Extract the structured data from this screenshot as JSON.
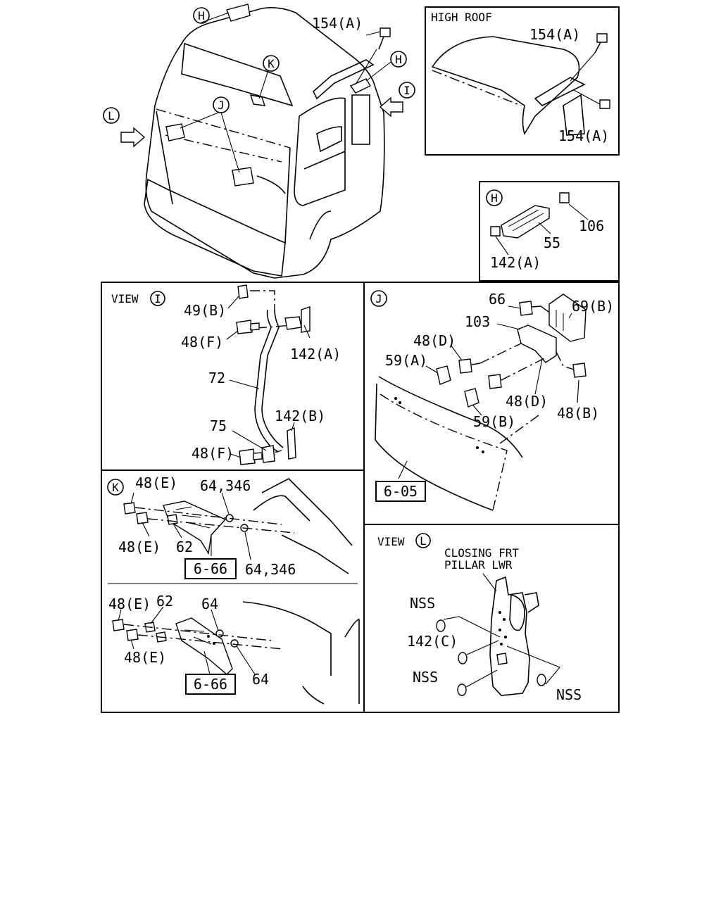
{
  "main_view": {
    "callouts": {
      "h_top": "H",
      "k": "K",
      "h_right": "H",
      "j": "J",
      "l": "L",
      "i": "I"
    },
    "part_154a": "154(A)"
  },
  "high_roof": {
    "title": "HIGH ROOF",
    "part_top": "154(A)",
    "part_bottom": "154(A)"
  },
  "detail_h": {
    "callout": "H",
    "part_106": "106",
    "part_55": "55",
    "part_142a": "142(A)"
  },
  "view_i": {
    "title": "VIEW",
    "callout": "I",
    "parts": {
      "p49b": "49(B)",
      "p48f_top": "48(F)",
      "p142a": "142(A)",
      "p72": "72",
      "p142b": "142(B)",
      "p75": "75",
      "p48f_bottom": "48(F)"
    }
  },
  "detail_j": {
    "callout": "J",
    "parts": {
      "p66": "66",
      "p69b": "69(B)",
      "p103": "103",
      "p48d_top": "48(D)",
      "p59a": "59(A)",
      "p48d_mid": "48(D)",
      "p48b": "48(B)",
      "p59b": "59(B)"
    },
    "ref": "6-05"
  },
  "detail_k": {
    "callout": "K",
    "upper": {
      "p48e_top": "48(E)",
      "p64_346_top": "64,346",
      "p48e_bottom": "48(E)",
      "p62": "62",
      "ref": "6-66",
      "p64_346_bottom": "64,346"
    },
    "lower": {
      "p48e_top": "48(E)",
      "p62": "62",
      "p64_top": "64",
      "p48e_bottom": "48(E)",
      "ref": "6-66",
      "p64_bottom": "64"
    }
  },
  "view_l": {
    "title": "VIEW",
    "callout": "L",
    "note_line1": "CLOSING FRT",
    "note_line2": "PILLAR LWR",
    "nss_top": "NSS",
    "p142c": "142(C)",
    "nss_mid": "NSS",
    "nss_right": "NSS"
  }
}
